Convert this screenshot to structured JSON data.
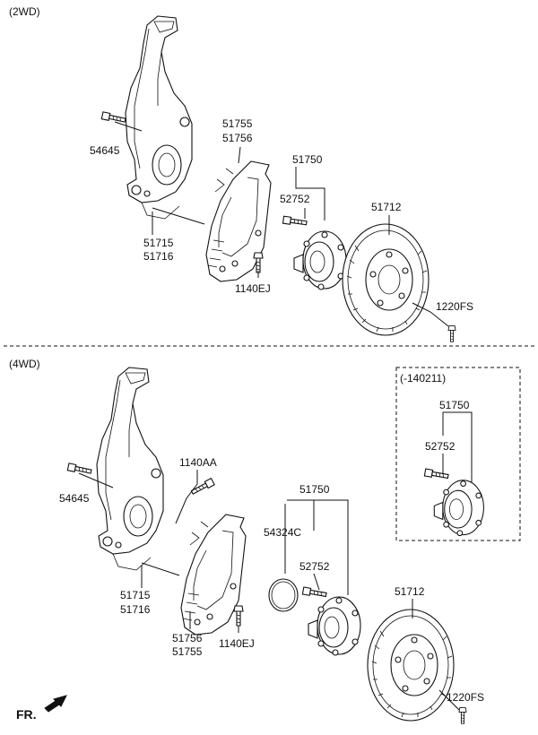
{
  "sections": {
    "top": {
      "title": "(2WD)"
    },
    "bottom": {
      "title": "(4WD)",
      "inset_title": "(-140211)"
    }
  },
  "labels2wd": {
    "bolt_54645": "54645",
    "shield_51755": "51755",
    "shield_51756": "51756",
    "hub_51750": "51750",
    "bolt_52752": "52752",
    "disc_51712": "51712",
    "knuckle_51715": "51715",
    "knuckle_51716": "51716",
    "screw_1140ej": "1140EJ",
    "screw_1220fs": "1220FS"
  },
  "labels4wd": {
    "bolt_54645": "54645",
    "bolt_1140aa": "1140AA",
    "hub_51750": "51750",
    "oring_54324c": "54324C",
    "bolt_52752": "52752",
    "knuckle_51715": "51715",
    "knuckle_51716": "51716",
    "shield_51756": "51756",
    "shield_51755": "51755",
    "screw_1140ej": "1140EJ",
    "disc_51712": "51712",
    "screw_1220fs": "1220FS"
  },
  "inset": {
    "hub_51750": "51750",
    "bolt_52752": "52752"
  },
  "direction": {
    "label": "FR."
  }
}
